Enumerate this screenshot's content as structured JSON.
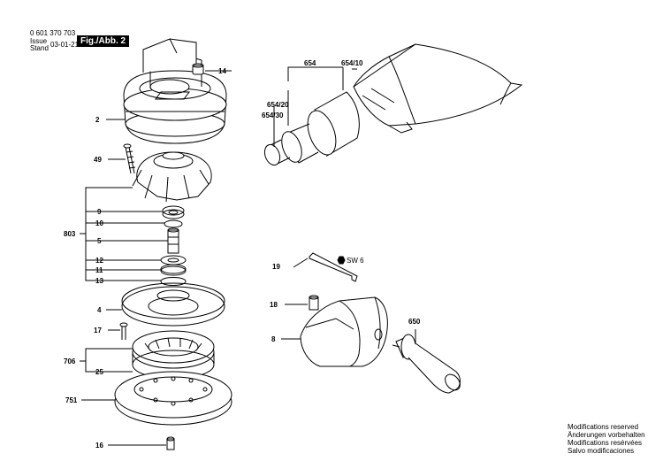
{
  "header": {
    "part_number": "0 601 370 703",
    "issue_label": "Issue",
    "stand_label": "Stand",
    "date": "03-01-21",
    "figure_label": "Fig./Abb. 2"
  },
  "callouts": {
    "c14": "14",
    "c2": "2",
    "c49": "49",
    "c803": "803",
    "c9": "9",
    "c10": "10",
    "c5": "5",
    "c12": "12",
    "c11": "11",
    "c13": "13",
    "c4": "4",
    "c17": "17",
    "c706": "706",
    "c25": "25",
    "c751": "751",
    "c16": "16",
    "c654": "654",
    "c654_10": "654/10",
    "c654_20": "654/20",
    "c654_30": "654/30",
    "c19": "19",
    "sw6": "SW 6",
    "c18": "18",
    "c8": "8",
    "c650": "650"
  },
  "notes": [
    "Modifications reserved",
    "Änderungen vorbehalten",
    "Modifications resérvées",
    "Salvo modificaciones"
  ]
}
